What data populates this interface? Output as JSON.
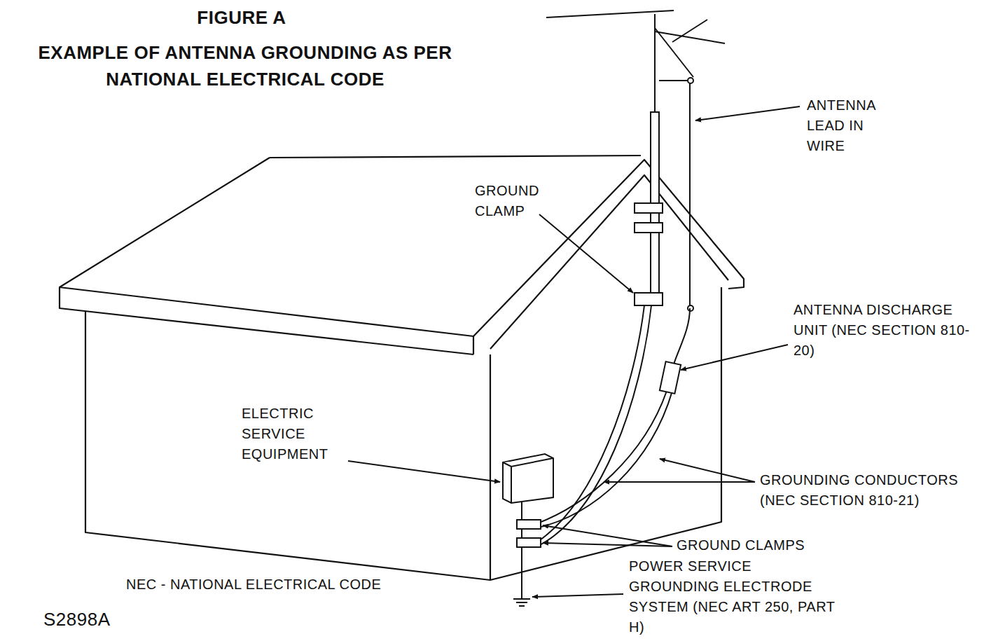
{
  "diagram": {
    "title": "FIGURE A",
    "labels": [
      "EXAMPLE OF ANTENNA GROUNDING AS PER NATIONAL ELECTRICAL CODE",
      "ANTENNA LEAD IN WIRE",
      "GROUND CLAMP",
      "ANTENNA DISCHARGE UNIT (NEC SECTION 810-20)",
      "ELECTRIC SERVICE EQUIPMENT",
      "GROUNDING CONDUCTORS (NEC SECTION 810-21)",
      "GROUND CLAMPS",
      "POWER SERVICE GROUNDING ELECTRODE SYSTEM (NEC ART 250, PART H)",
      "NEC - NATIONAL ELECTRICAL CODE",
      "S2898A"
    ]
  }
}
